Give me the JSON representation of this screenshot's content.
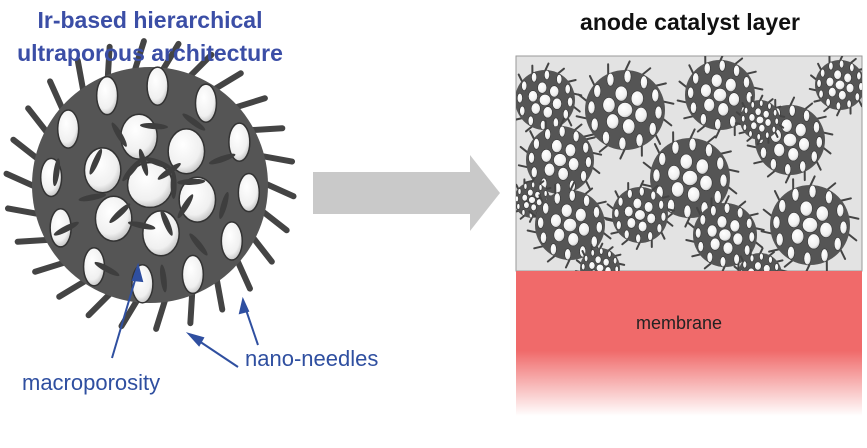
{
  "left": {
    "title_line1": "Ir-based hierarchical",
    "title_line2": "ultraporous architecture",
    "label_macroporosity": "macroporosity",
    "label_needles": "nano-needles"
  },
  "right": {
    "title": "anode catalyst layer",
    "membrane_label": "membrane"
  },
  "colors": {
    "title_blue": "#3b4ea6",
    "label_blue": "#2f4fa0",
    "sphere": "#555555",
    "layer_bg": "#e3e3e3",
    "membrane": "#f06a6a",
    "arrow": "#c9c9c9"
  }
}
